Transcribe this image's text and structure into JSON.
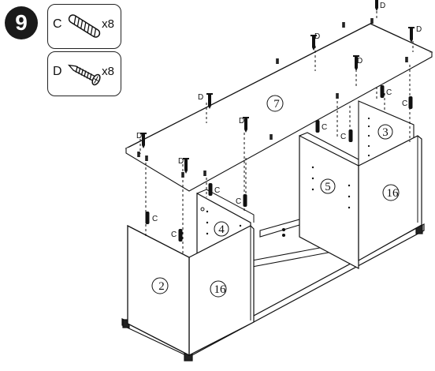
{
  "step": {
    "number": "9"
  },
  "hardware": [
    {
      "letter": "C",
      "qty": "x8",
      "icon": "dowel-icon"
    },
    {
      "letter": "D",
      "qty": "x8",
      "icon": "screw-icon"
    }
  ],
  "panels": {
    "p2": "2",
    "p16_front": "16",
    "p4": "4",
    "p5": "5",
    "p3": "3",
    "p16_back": "16",
    "p7": "7"
  },
  "labels": {
    "dowel": "C",
    "screw": "D"
  }
}
